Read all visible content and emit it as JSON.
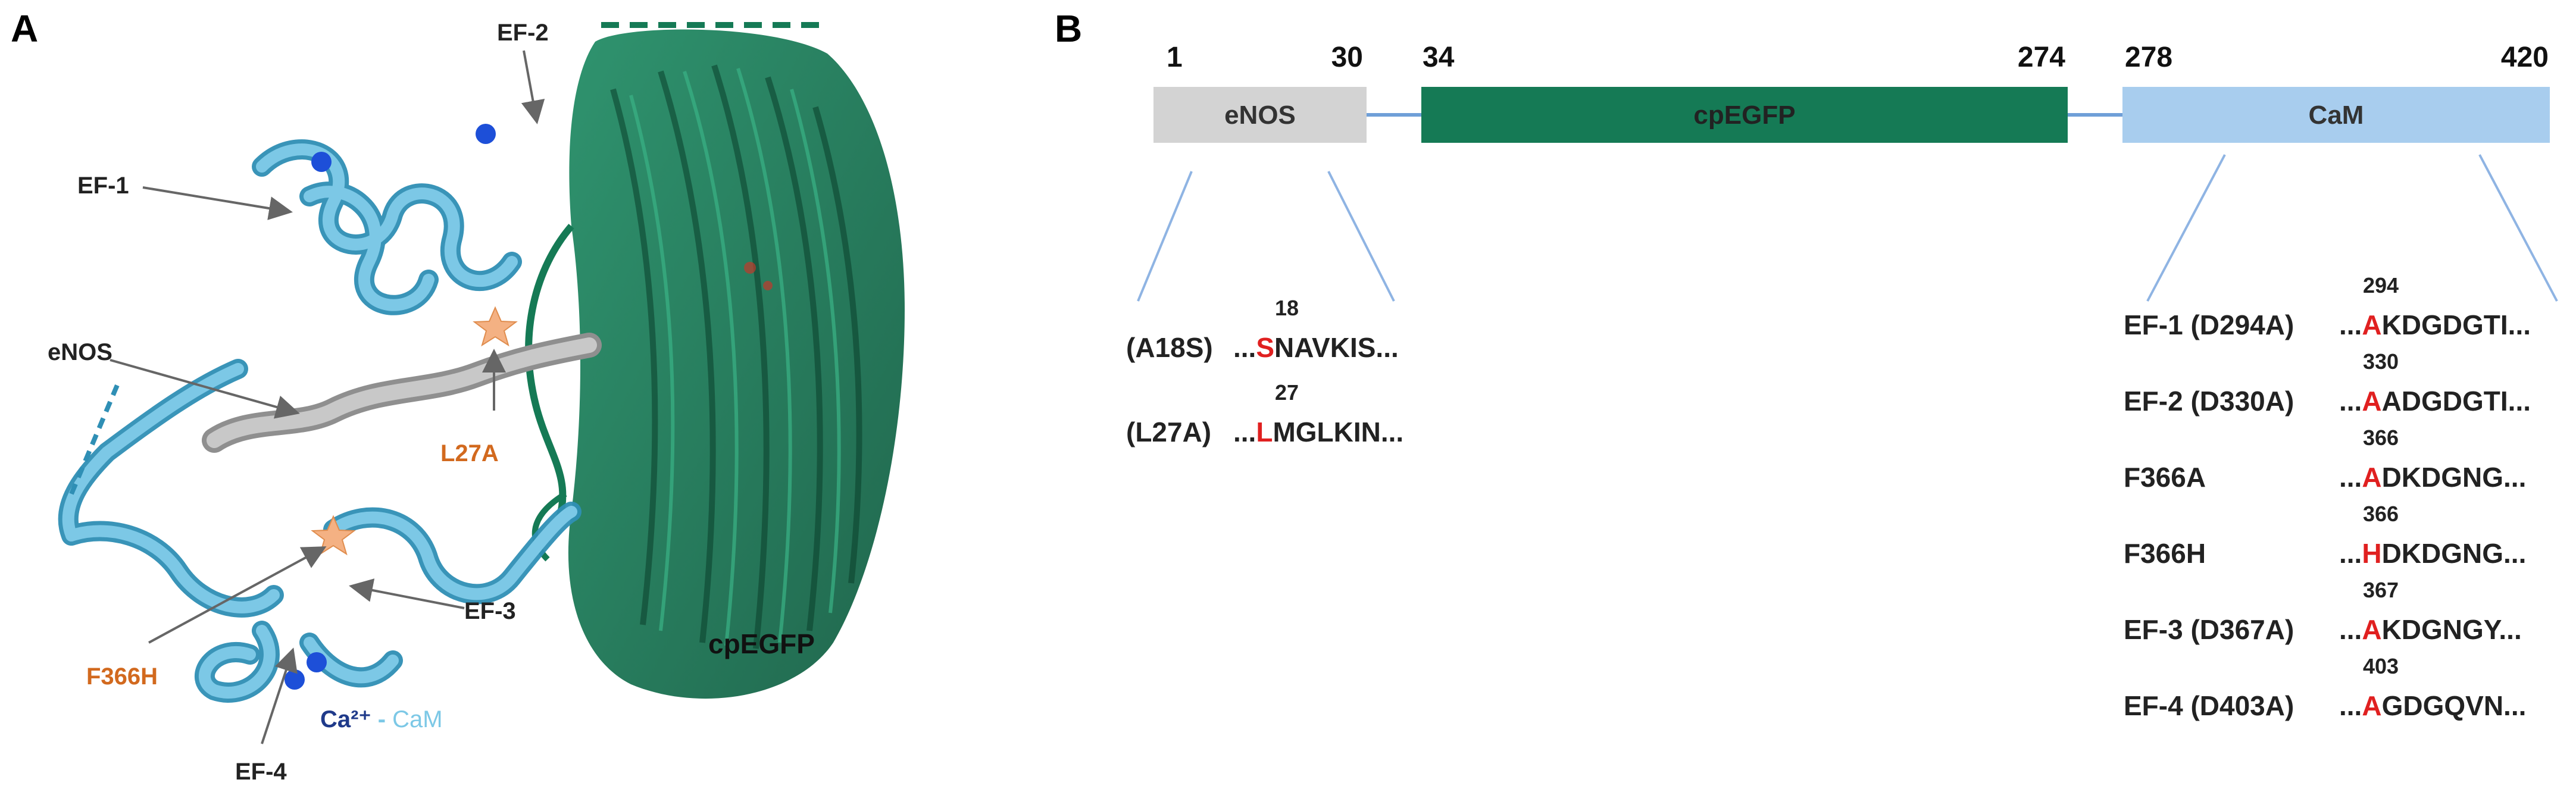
{
  "panel_a": {
    "letter": "A",
    "labels": {
      "ef1": "EF-1",
      "ef2": "EF-2",
      "ef3": "EF-3",
      "ef4": "EF-4",
      "enos": "eNOS",
      "l27a": "L27A",
      "f366h": "F366H",
      "cpegfp": "cpEGFP",
      "ca": "Ca²⁺",
      "dash": " - ",
      "cam": "CaM"
    }
  },
  "panel_b": {
    "letter": "B",
    "domains": [
      {
        "name": "eNOS",
        "start": "1",
        "end": "30",
        "color": "#d3d3d3"
      },
      {
        "name": "cpEGFP",
        "start": "34",
        "end": "274",
        "color": "#157a55"
      },
      {
        "name": "CaM",
        "start": "278",
        "end": "420",
        "color": "#a8cdee"
      }
    ],
    "enos_mutations": [
      {
        "label": "(A18S)",
        "position": "18",
        "prefix": "...",
        "residue": "S",
        "suffix": "NAVKIS..."
      },
      {
        "label": "(L27A)",
        "position": "27",
        "prefix": "...",
        "residue": "L",
        "suffix": "MGLKIN..."
      }
    ],
    "cam_mutations": [
      {
        "label": "EF-1 (D294A)",
        "position": "294",
        "prefix": "...",
        "residue": "A",
        "suffix": "KDGDGTI..."
      },
      {
        "label": "EF-2 (D330A)",
        "position": "330",
        "prefix": "...",
        "residue": "A",
        "suffix": "ADGDGTI..."
      },
      {
        "label": "F366A",
        "position": "366",
        "prefix": "...",
        "residue": "A",
        "suffix": "DKDGNG..."
      },
      {
        "label": "F366H",
        "position": "366",
        "prefix": "...",
        "residue": "H",
        "suffix": "DKDGNG..."
      },
      {
        "label": "EF-3 (D367A)",
        "position": "367",
        "prefix": "...",
        "residue": "A",
        "suffix": "KDGNGY..."
      },
      {
        "label": "EF-4 (D403A)",
        "position": "403",
        "prefix": "...",
        "residue": "A",
        "suffix": "GDGQVN..."
      }
    ],
    "colors": {
      "linker": "#6f9fd8",
      "zoom_line": "#8fb4e3",
      "mutation": "#e02020"
    }
  }
}
